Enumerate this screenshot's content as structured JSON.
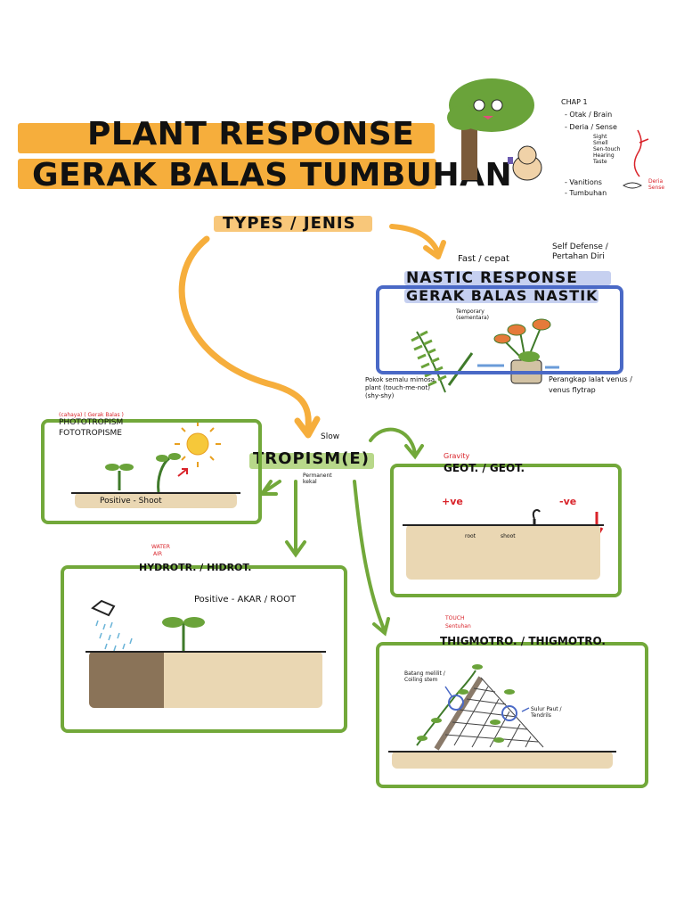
{
  "title": {
    "line1": "PLANT RESPONSE",
    "line2": "GERAK BALAS TUMBUHAN"
  },
  "chap_notes": {
    "heading": "CHAP 1",
    "items": [
      "- Otak / Brain",
      "- Deria / Sense",
      "- Vanitions",
      "- Tumbuhan"
    ],
    "senses": [
      "Sight",
      "Smell",
      "Sen-touch",
      "Hearing",
      "Taste"
    ],
    "deria_note": "Deria Sense"
  },
  "types": {
    "label": "TYPES / JENIS"
  },
  "nastic": {
    "fast": "Fast / cepat",
    "self_defense": "Self Defense / Pertahan Diri",
    "title1": "NASTIC RESPONSE",
    "title2": "GERAK BALAS NASTIK",
    "temporary": "Temporary (sementara)",
    "mimosa": "Pokok semalu mimosa plant (touch-me-not) (shy-shy)",
    "venus": "Perangkap lalat venus / venus flytrap"
  },
  "tropism": {
    "label": "TROPISM(E)",
    "slow": "Slow",
    "permanent": "Permanent kekal"
  },
  "phototropism": {
    "red_note": "(cahaya) ( Gerak Balas )",
    "title1": "PHOTOTROPISM",
    "title2": "FOTOTROPISME",
    "caption": "Positive - Shoot"
  },
  "geotropism": {
    "red_note": "Gravity",
    "title": "GEOT. / GEOT.",
    "pos": "+ve",
    "neg": "-ve",
    "root": "root",
    "shoot": "shoot"
  },
  "hydrotropism": {
    "red_note1": "WATER",
    "red_note2": "AIR",
    "title": "HYDROTR. / HIDROT.",
    "caption": "Positive - AKAR / ROOT"
  },
  "thigmotropism": {
    "red_note1": "TOUCH",
    "red_note2": "Sentuhan",
    "title": "THIGMOTRO. / THIGMOTRO.",
    "coiling": "Batang melilit / Coiling stem",
    "tendrils": "Sulur Paut / Tendrils"
  },
  "colors": {
    "orange": "#f6ae3c",
    "green_box": "#72a83a",
    "blue_box": "#4a69c6",
    "red_note": "#d9232a",
    "soil": "#ead7b3"
  }
}
